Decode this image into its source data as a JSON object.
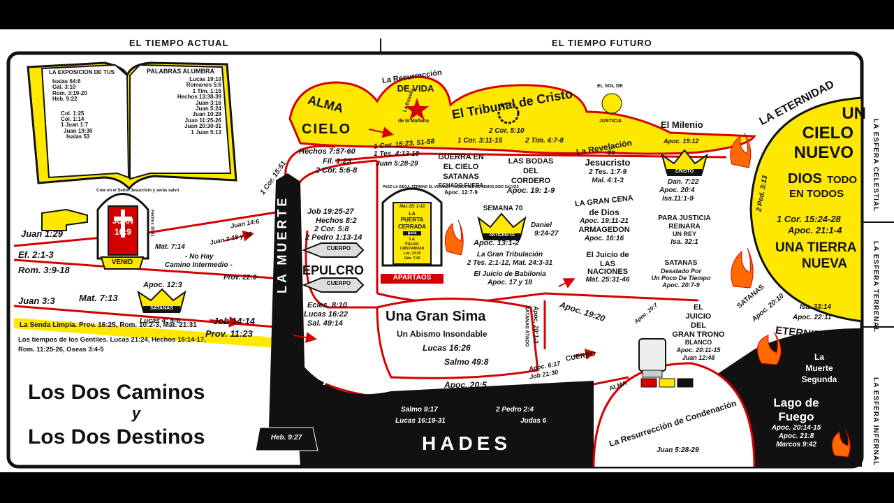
{
  "header": {
    "left": "EL TIEMPO ACTUAL",
    "right": "EL TIEMPO FUTURO"
  },
  "side_labels": {
    "celestial": "LA ESFERA CELESTIAL",
    "terrenal": "LA ESFERA TERRENAL",
    "infernal": "LA ESFERA INFERNAL"
  },
  "book": {
    "title_left": "LA EXPOSICION DE TUS",
    "title_right": "PALABRAS ALUMBRA",
    "left_refs": [
      "Isaías 64:6",
      "Gál. 3:10",
      "Rom. 3:19-20",
      "Heb. 9:22",
      "",
      "Col. 1:25",
      "Col. 1:14",
      "1 Juan 1:7",
      "Juan 19:30",
      "Isaías 53"
    ],
    "right_refs": [
      "Lucas 19:10",
      "Romanos 5:6",
      "1 Tim. 1:15",
      "Hechos 13:38-39",
      "Juan 3:16",
      "Juan 5:24",
      "Juan 10:28",
      "Juan 11:25-26",
      "Juan 20:30-31",
      "1 Juan 5:13"
    ]
  },
  "door": {
    "top": "JUAN",
    "ref": "10:9",
    "banner": "VENID",
    "arch": "Cree en el Señor Jesucristo y serás salvo",
    "side_ref": "Hechos 16:31"
  },
  "left_refs": {
    "juan129": "Juan 1:29",
    "ef": "Ef. 2:1-3",
    "rom": "Rom. 3:9-18",
    "juan33": "Juan 3:3",
    "mat713": "Mat. 7:13",
    "mat714": "Mat. 7:14",
    "nohay1": "- No Hay",
    "nohay2": "Camino Intermedio -",
    "prov223": "Prov. 22:3",
    "juan146": "Juan 14:6",
    "juan318": "Juan 3:18 y 36",
    "job1414": "Job 14:14",
    "prov1123": "Prov. 11:23",
    "apoc123": "Apoc. 12:3",
    "satanas": "SATANAS",
    "lucas45": "Lucas 4: 5-6",
    "senda": "La Senda Limpia.  Prov. 16:25,  Rom. 10:2-3,  Mat. 21:31",
    "gentiles": "Los tiempos de los Gentiles. Lucas 21:24, Hechos 15:14-17,",
    "rom11": "Rom. 11:25-26,  Oseas 3:4-5"
  },
  "title": {
    "line1": "Los Dos Caminos",
    "line2": "y",
    "line3": "Los Dos Destinos"
  },
  "death": {
    "label": "LA MUERTE",
    "base_ref": "Heb. 9:27",
    "cor1551": "1 Cor. 15:51"
  },
  "heaven": {
    "alma": "ALMA",
    "cielo": "CIELO",
    "hechos": "Hechos 7:57-60",
    "fil": "Fil. 1:23",
    "cor56": "2 Cor. 5:6-8",
    "res_vida1": "La Resurrección",
    "res_vida2": "DE VIDA",
    "estrella1": "La Estrella",
    "estrella2": "de la Mañana",
    "cor1523": "1 Cor. 15:23, 51-58",
    "tes413": "1 Tes. 4:13-18",
    "juan528": "Juan 5:28-29",
    "tribunal": "El Tribunal de Cristo",
    "cor510": "2 Cor. 5:10",
    "cor311": "1 Cor. 3:11-15",
    "tim47": "2 Tim. 4:7-8",
    "sol": "EL SOL DE",
    "justicia": "JUSTICIA",
    "milenio": "El Milenio"
  },
  "middle": {
    "guerra": [
      "GUERRA EN",
      "EL CIELO",
      "SATANAS",
      "ECHADO FUERA",
      "Apoc. 12:7-9"
    ],
    "bodas": [
      "LAS BODAS",
      "DEL",
      "CORDERO",
      "Apoc. 19: 1-9"
    ],
    "revelacion": [
      "La Revelación",
      "de",
      "Jesucristo",
      "2 Tes. 1:7-9",
      "Mal. 4:1-3"
    ],
    "apoc1912": "Apoc. 19:12",
    "cristo": "CRISTO",
    "dan": [
      "Dan. 7:22",
      "Apoc. 20:4",
      "Isa.11:1-9"
    ],
    "gran_cena": [
      "LA GRAN CENA",
      "de Dios",
      "Apoc. 19:11-21",
      "ARMAGEDON",
      "Apoc. 16:16"
    ],
    "justicia": [
      "PARA JUSTICIA",
      "REINARA",
      "UN REY",
      "Isa. 32:1"
    ],
    "semana": "SEMANA 70",
    "anticristo": "ANTICRISTO",
    "daniel": [
      "Daniel",
      "9:24-27"
    ],
    "apoc1312": "Apoc. 13:1-2",
    "tribulacion": [
      "La Gran Tribulación",
      "2 Tes. 2:1-12, Mat. 24:3-31",
      "El Juicio de Babilonia",
      "Apoc. 17 y 18"
    ],
    "naciones": [
      "El Juicio de",
      "LAS",
      "NACIONES",
      "Mat. 25:31-46"
    ],
    "satanas_desatado": [
      "SATANAS",
      "Desatado Por",
      "Un Poco De Tiempo",
      "Apoc. 20:7-9"
    ],
    "puerta": [
      "Mat. 25: 1-13",
      "LA",
      "PUERTA",
      "CERRADA",
      "para",
      "LA",
      "FALSA",
      "CRISTIANDAD",
      "Luc. 13:25",
      "Gén. 7:16"
    ],
    "puerta_arc": "PASO LA SIEGA, TERMINO EL VERANO, Y NOSOTROS NO HEMOS SIDO SALVOS",
    "apartaos": "APARTAOS",
    "job1925": [
      "Job 19:25-27",
      "Hechos 8:2",
      "2 Cor. 5:8",
      "2 Pedro 1:13-14"
    ],
    "cuerpo": "CUERPO",
    "sepulcro": "SEPULCRO",
    "ecles": [
      "Ecles. 8:10",
      "Lucas 16:22",
      "Sal. 49:14"
    ],
    "sima": [
      "Una Gran Sima",
      "Un Abismo Insondable",
      "Lucas 16:26",
      "Salmo 49:8"
    ],
    "apoc2013": "Apoc. 20:1-3",
    "satanas_atado": "SATANAS ATADO",
    "apoc1920": "Apoc. 19:20",
    "apoc207": "Apoc. 20:7",
    "apoc617": "Apoc. 6:17",
    "job2130": "Job 21:30",
    "cuerpo2": "CUERPO",
    "apoc205": "Apoc. 20:5"
  },
  "hades": {
    "alma": "ALMA",
    "hades": "HADES",
    "salmo": "Salmo 9:17",
    "lucas": "Lucas 16:19-31",
    "pedro": "2 Pedro 2:4",
    "judas": "Judas 6"
  },
  "judgment": {
    "lines": [
      "EL",
      "JUICIO",
      "DEL",
      "GRAN TRONO",
      "BLANCO",
      "Apoc. 20:11-15",
      "Juan 12:48"
    ],
    "alma": "ALMA",
    "res_condenacion": "La Resurrección de Condenación",
    "juan528": "Juan 5:28-29"
  },
  "right": {
    "eternidad": "LA ETERNIDAD",
    "un": "UN",
    "cielo": "CIELO",
    "nuevo": "NUEVO",
    "dios": "DIOS",
    "todo": "TODO",
    "en_todos": "EN TODOS",
    "cor1524": "1 Cor.  15:24-28",
    "apoc211": "Apoc.  21:1-4",
    "tierra1": "UNA TIERRA",
    "tierra2": "NUEVA",
    "ped313": "2 Ped. 3:13",
    "satanas": "SATANAS",
    "apoc2010": "Apoc. 20:10",
    "isa3314": "Isa. 33:14",
    "apoc2211": "Apoc. 22:11",
    "eternidad2": "ETERNIDAD",
    "muerte1": "La",
    "muerte2": "Muerte",
    "muerte3": "Segunda",
    "lago1": "Lago de",
    "lago2": "Fuego",
    "fuego_refs": [
      "Apoc. 20:14-15",
      "Apoc. 21:8",
      "Marcos 9:42"
    ]
  },
  "colors": {
    "yellow": "#ffe800",
    "red": "#d40000",
    "black": "#111111",
    "white": "#ffffff"
  }
}
